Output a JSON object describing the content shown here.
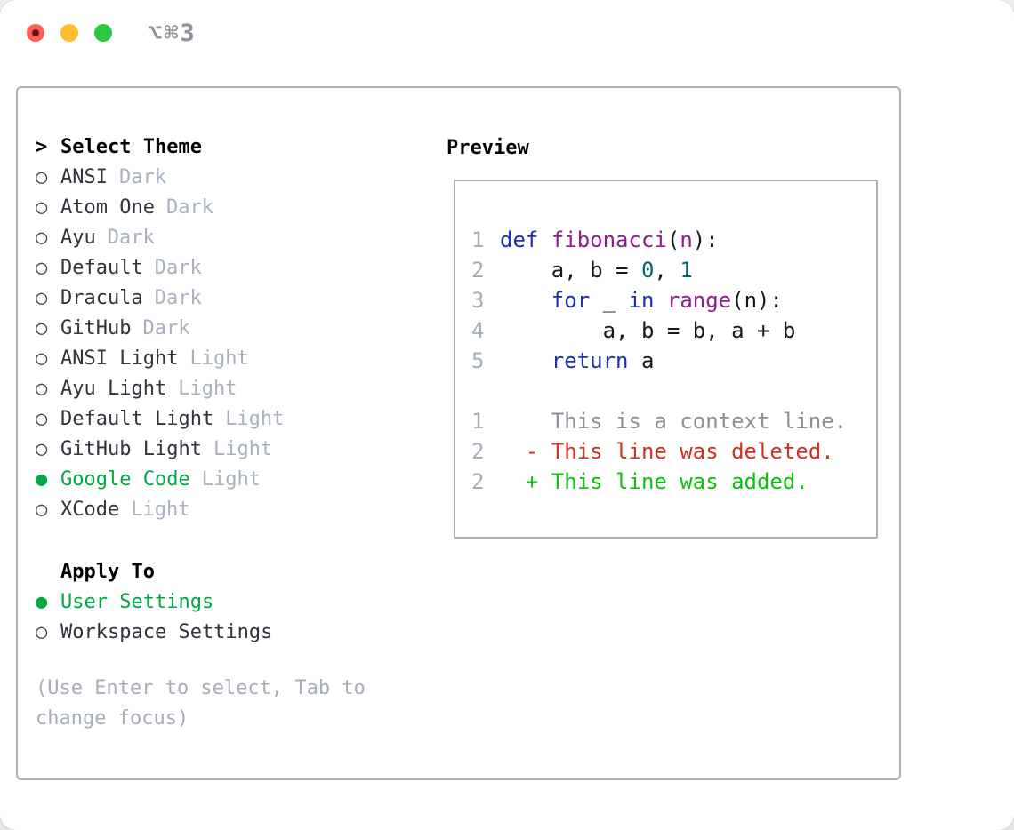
{
  "window": {
    "title": "⌥⌘3",
    "traffic_lights": [
      "close",
      "minimize",
      "zoom"
    ]
  },
  "theme_panel": {
    "prompt": ">",
    "heading": "Select Theme",
    "items": [
      {
        "name": "ANSI",
        "variant": "Dark",
        "selected": false
      },
      {
        "name": "Atom One",
        "variant": "Dark",
        "selected": false
      },
      {
        "name": "Ayu",
        "variant": "Dark",
        "selected": false
      },
      {
        "name": "Default",
        "variant": "Dark",
        "selected": false
      },
      {
        "name": "Dracula",
        "variant": "Dark",
        "selected": false
      },
      {
        "name": "GitHub",
        "variant": "Dark",
        "selected": false
      },
      {
        "name": "ANSI Light",
        "variant": "Light",
        "selected": false
      },
      {
        "name": "Ayu Light",
        "variant": "Light",
        "selected": false
      },
      {
        "name": "Default Light",
        "variant": "Light",
        "selected": false
      },
      {
        "name": "GitHub Light",
        "variant": "Light",
        "selected": false
      },
      {
        "name": "Google Code",
        "variant": "Light",
        "selected": true
      },
      {
        "name": "XCode",
        "variant": "Light",
        "selected": false
      }
    ],
    "apply_to": {
      "heading": "Apply To",
      "options": [
        {
          "label": "User Settings",
          "selected": true
        },
        {
          "label": "Workspace Settings",
          "selected": false
        }
      ]
    },
    "help_lines": [
      "(Use Enter to select, Tab to",
      "change focus)"
    ],
    "markers": {
      "selected": "●",
      "unselected": "○"
    }
  },
  "preview": {
    "heading": "Preview",
    "code_lines": [
      {
        "num": "1",
        "tokens": [
          [
            "def",
            "kw"
          ],
          [
            " ",
            "pl"
          ],
          [
            "fibonacci",
            "fn"
          ],
          [
            "(",
            "pl"
          ],
          [
            "n",
            "fn"
          ],
          [
            "):",
            "pl"
          ]
        ]
      },
      {
        "num": "2",
        "tokens": [
          [
            "    a, b = ",
            "pl"
          ],
          [
            "0",
            "lit"
          ],
          [
            ", ",
            "pl"
          ],
          [
            "1",
            "lit"
          ]
        ]
      },
      {
        "num": "3",
        "tokens": [
          [
            "    ",
            "pl"
          ],
          [
            "for",
            "kw"
          ],
          [
            " _ ",
            "pl"
          ],
          [
            "in",
            "kw"
          ],
          [
            " ",
            "pl"
          ],
          [
            "range",
            "fn"
          ],
          [
            "(n):",
            "pl"
          ]
        ]
      },
      {
        "num": "4",
        "tokens": [
          [
            "        a, b = b, a + b",
            "pl"
          ]
        ]
      },
      {
        "num": "5",
        "tokens": [
          [
            "    ",
            "pl"
          ],
          [
            "return",
            "kw"
          ],
          [
            " a",
            "pl"
          ]
        ]
      }
    ],
    "diff_lines": [
      {
        "num": "1",
        "text": "    This is a context line.",
        "kind": "context"
      },
      {
        "num": "2",
        "text": "  - This line was deleted.",
        "kind": "deleted"
      },
      {
        "num": "2",
        "text": "  + This line was added.",
        "kind": "added"
      }
    ]
  },
  "colors": {
    "selection_green": "#00a945",
    "added_green": "#0cc20c",
    "deleted_red": "#d03125",
    "context_gray": "#8b9097",
    "keyword_blue": "#1c2fae",
    "function_purple": "#8b1e8e",
    "literal_teal": "#00686b",
    "variant_gray": "#a8b2be",
    "panel_border": "#a9b1ba",
    "traffic_red": "#ff5d55",
    "traffic_yellow": "#ffbd2e",
    "traffic_green": "#28c840"
  }
}
